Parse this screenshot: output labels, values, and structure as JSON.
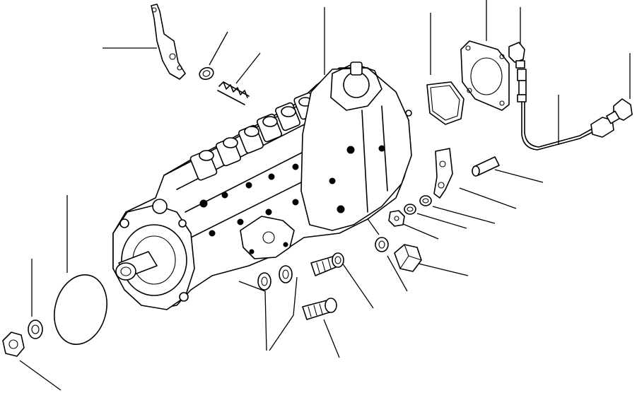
{
  "figure": {
    "subject": "fuel-injection-pump-exploded-view",
    "parts": [
      {
        "id": "bracket-top-left"
      },
      {
        "id": "seal-ring-small"
      },
      {
        "id": "spring"
      },
      {
        "id": "injection-pump-body"
      },
      {
        "id": "gasket-governor"
      },
      {
        "id": "cover-plate"
      },
      {
        "id": "elbow-fitting"
      },
      {
        "id": "fuel-line-fitting"
      },
      {
        "id": "connector-right"
      },
      {
        "id": "pipe-line"
      },
      {
        "id": "bracket-right"
      },
      {
        "id": "stud-bolt"
      },
      {
        "id": "washer-right"
      },
      {
        "id": "lock-washer"
      },
      {
        "id": "nut-small"
      },
      {
        "id": "cap-nut"
      },
      {
        "id": "washer-cap"
      },
      {
        "id": "banjo-bolt"
      },
      {
        "id": "washer-pair"
      },
      {
        "id": "hollow-screw"
      },
      {
        "id": "o-ring-large"
      },
      {
        "id": "washer-front"
      },
      {
        "id": "nut-front"
      }
    ]
  }
}
